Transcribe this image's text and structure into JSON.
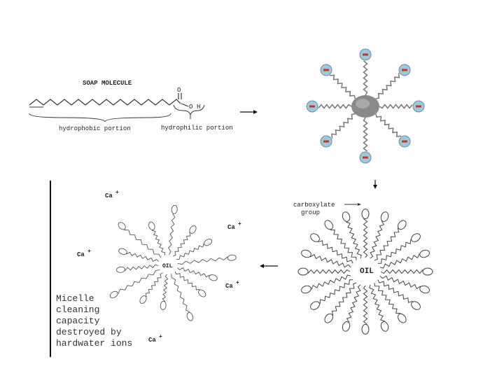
{
  "panel1": {
    "title": "SOAP MOLECULE",
    "atom_o": "O",
    "atom_oh": "O",
    "atom_h": "H",
    "hydrophobic_label": "hydrophobic portion",
    "hydrophilic_label": "hydrophilic portion"
  },
  "panel2": {
    "head_charge": "−",
    "head_count": 8
  },
  "panel3": {
    "carboxylate_label_line1": "carboxylate",
    "carboxylate_label_line2": "group",
    "oil_label": "OIL"
  },
  "panel4": {
    "oil_label": "OIL",
    "ion_label": "Ca",
    "ion_charge": "+",
    "caption": [
      "Micelle",
      "cleaning",
      "capacity",
      "destroyed by",
      "hardwater ions"
    ]
  },
  "colors": {
    "ink": "#333333",
    "head_fill": "#9ec8dc",
    "head_stroke": "#6a8fa2",
    "charge": "#c0392b",
    "oil_core": "#8a8a8a"
  }
}
